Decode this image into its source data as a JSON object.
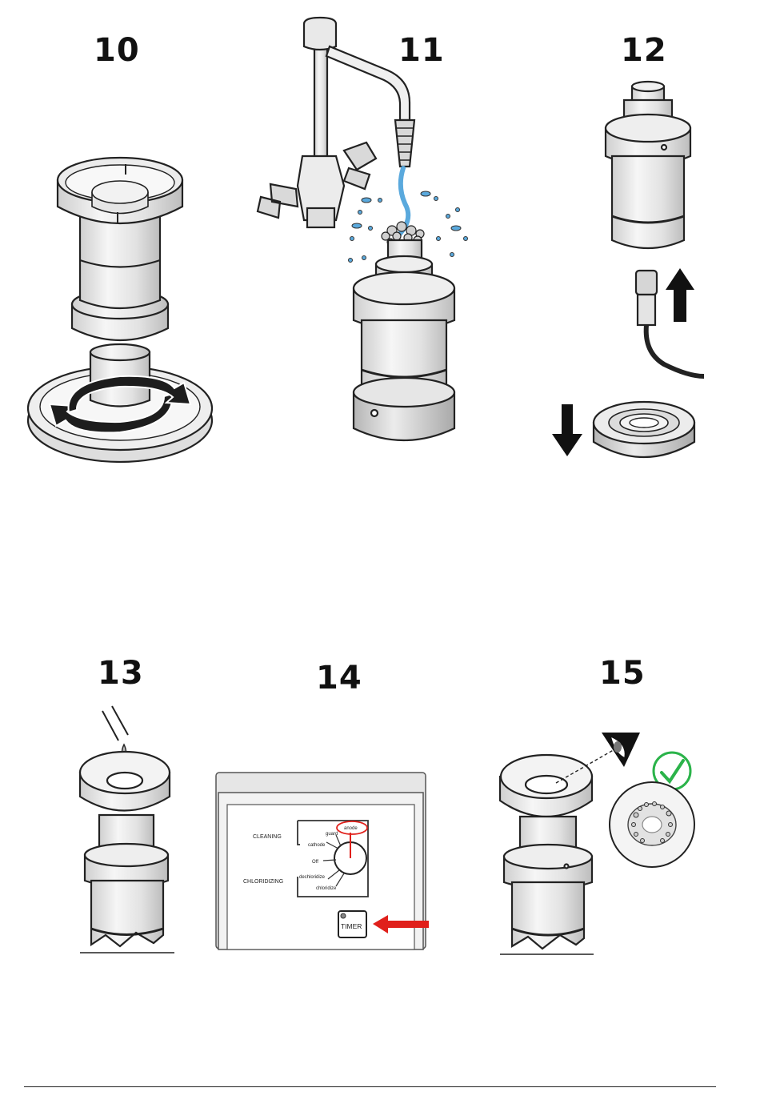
{
  "steps": [
    {
      "number": "10"
    },
    {
      "number": "11"
    },
    {
      "number": "12"
    },
    {
      "number": "13"
    },
    {
      "number": "14"
    },
    {
      "number": "15"
    }
  ],
  "panel": {
    "cleaning_label": "CLEANING",
    "chloridizing_label": "CHLORIDIZING",
    "dial_labels": [
      "guard",
      "anode",
      "cathode",
      "Off",
      "dechloridize",
      "chloridize"
    ],
    "timer_label": "TIMER"
  },
  "colors": {
    "ink": "#222222",
    "highlight_red": "#e0201b",
    "check_green": "#2bb34a",
    "water_blue": "#5aa9dd"
  },
  "icons": [
    "curved-rotate-arrows-icon",
    "up-arrow-icon",
    "down-arrow-icon",
    "eye-icon",
    "checkmark-icon",
    "red-pointer-arrow-icon"
  ]
}
